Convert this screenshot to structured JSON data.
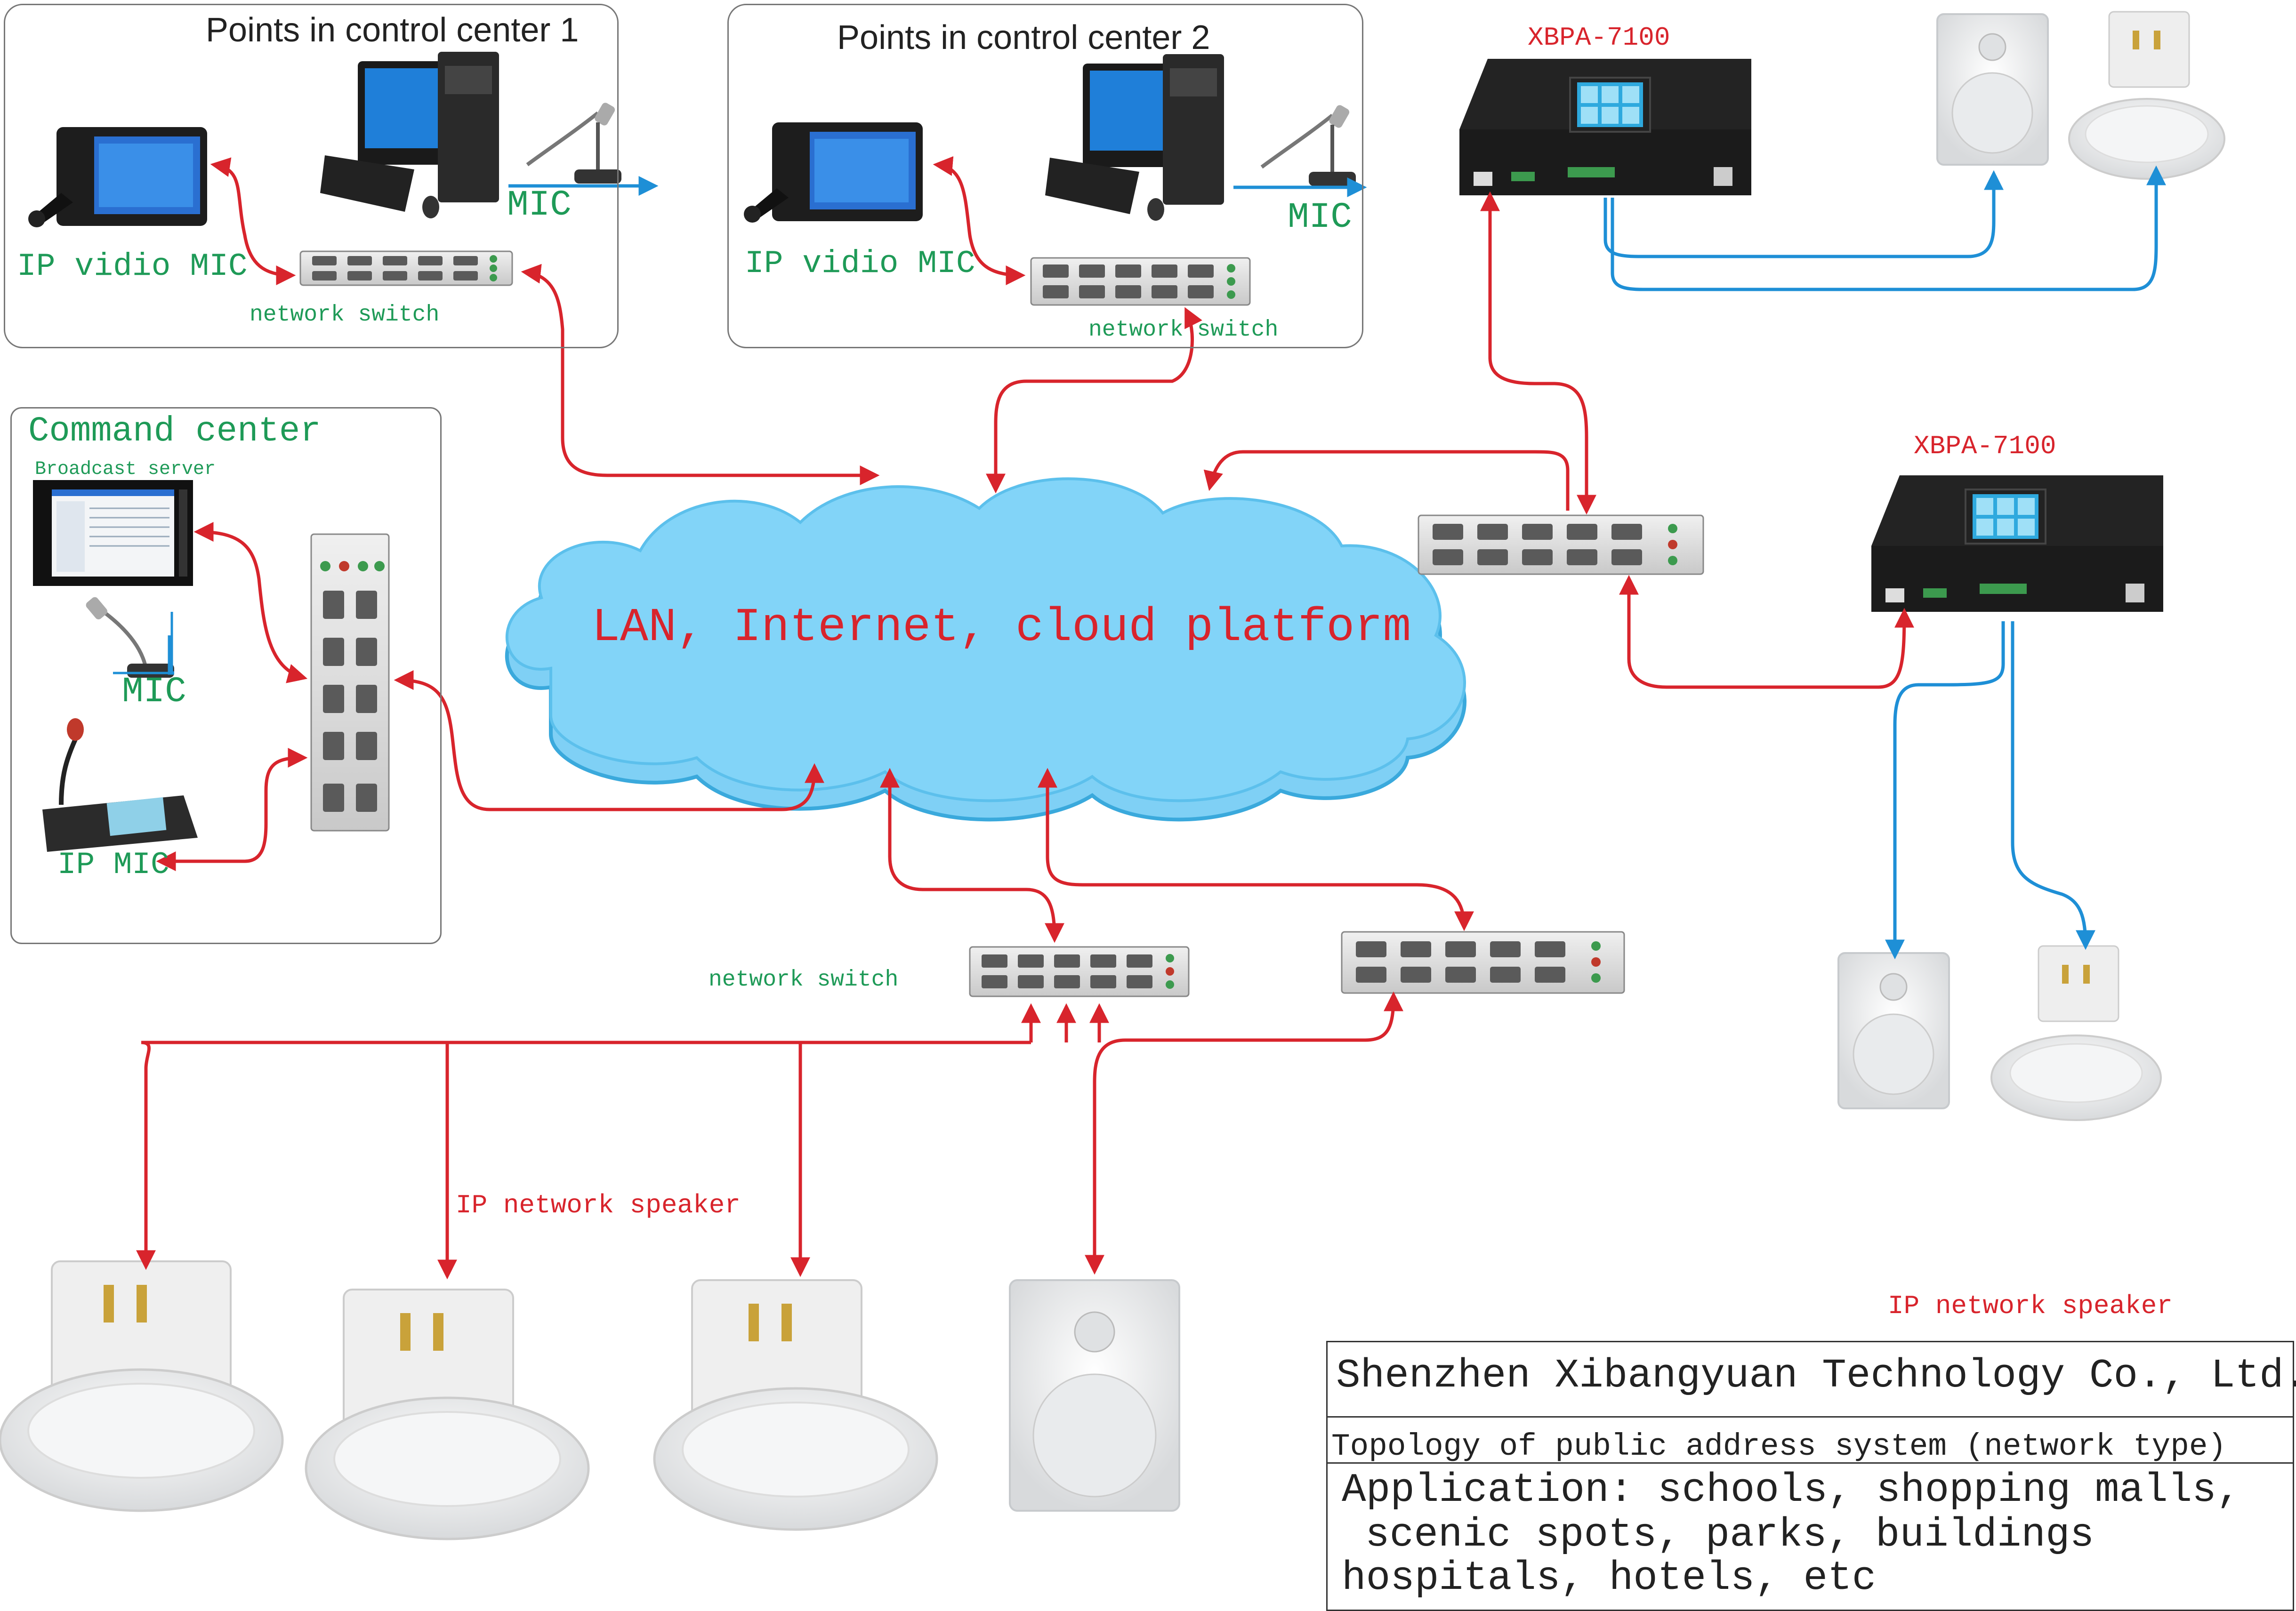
{
  "groups": {
    "cc1_title": "Points in control center 1",
    "cc2_title": "Points in control center 2",
    "command_title": "Command center"
  },
  "devices": {
    "broadcast_server": "Broadcast server",
    "mic": "MIC",
    "ip_video_mic": "IP vidio MIC",
    "ip_mic": "IP MIC",
    "network_switch": "network switch",
    "xbpa": "XBPA-7100",
    "ip_network_speaker": "IP network speaker"
  },
  "cloud": {
    "label": "LAN, Internet, cloud platform"
  },
  "info_box": {
    "company": "Shenzhen Xibangyuan Technology Co., Ltd.",
    "subtitle": "Topology of public address system (network type)",
    "application_1": "Application: schools, shopping malls,",
    "application_2": "scenic spots, parks, buildings",
    "application_3": "hospitals, hotels, etc"
  },
  "colors": {
    "network_link": "#d8242c",
    "audio_link": "#1e8fd6",
    "cloud_fill": "#7fd0f5",
    "label_green": "#1e9a57",
    "label_red": "#d8242c"
  }
}
